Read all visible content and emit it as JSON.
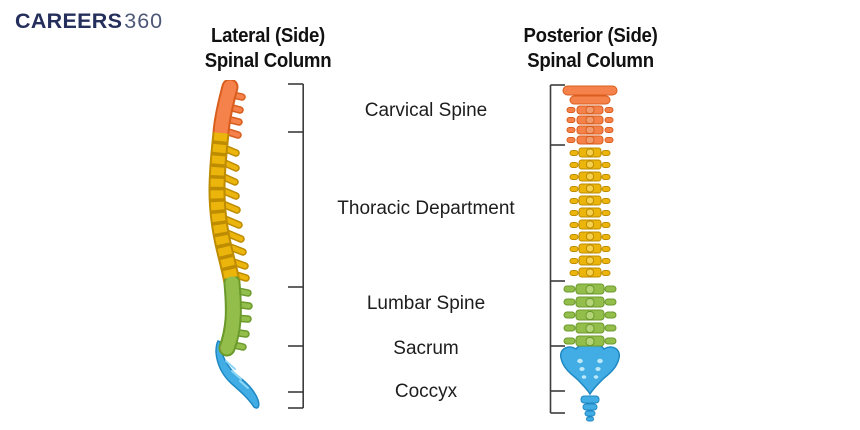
{
  "logo": {
    "primary": "CAREERS",
    "secondary": "360"
  },
  "lateral_view": {
    "title_line1": "Lateral (Side)",
    "title_line2": "Spinal Column"
  },
  "posterior_view": {
    "title_line1": "Posterior (Side)",
    "title_line2": "Spinal Column"
  },
  "region_labels": [
    {
      "id": "cervical",
      "text": "Carvical Spine"
    },
    {
      "id": "thoracic",
      "text": "Thoracic Department"
    },
    {
      "id": "lumbar",
      "text": "Lumbar Spine"
    },
    {
      "id": "sacrum",
      "text": "Sacrum"
    },
    {
      "id": "coccyx",
      "text": "Coccyx"
    }
  ],
  "colors": {
    "cervical": "#F5824B",
    "cervical_dark": "#D95E1E",
    "thoracic": "#ECB50C",
    "thoracic_dark": "#BE8C00",
    "lumbar": "#94BE4B",
    "lumbar_dark": "#6B9A2C",
    "sacrum_coccyx": "#41ADE4",
    "sacrum_coccyx_dark": "#1E88C2",
    "logo_navy": "#252F5C",
    "logo_gray": "#4D5878",
    "label_text": "#1D1D1D",
    "bracket": "#3C3C3C",
    "background": "#FFFFFF"
  }
}
